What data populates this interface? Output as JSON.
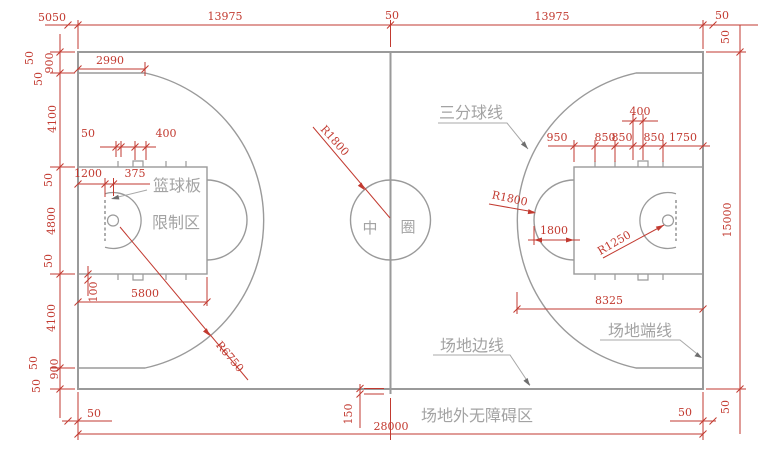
{
  "colors": {
    "dimension_red": "#c23a30",
    "court_gray": "#9a9a9a",
    "label_gray": "#a3a3a3",
    "background": "#ffffff"
  },
  "dims": {
    "d50": "50",
    "d100": "100",
    "d150": "150",
    "d375": "375",
    "d400": "400",
    "d850": "850",
    "d900": "900",
    "d950": "950",
    "d1200": "1200",
    "d1750": "1750",
    "d1800": "1800",
    "d2990": "2990",
    "d4100": "4100",
    "d4800": "4800",
    "d5800": "5800",
    "d8325": "8325",
    "d13975": "13975",
    "d15000": "15000",
    "d28000": "28000"
  },
  "radii": {
    "r1250": "R1250",
    "r1800": "R1800",
    "r6750": "R6750"
  },
  "labels": {
    "three_point_line": "三分球线",
    "backboard": "篮球板",
    "restricted_area": "限制区",
    "center_circle_char1": "中",
    "center_circle_char2": "圈",
    "sideline": "场地边线",
    "endline": "场地端线",
    "obstacle_free_zone": "场地外无障碍区"
  }
}
